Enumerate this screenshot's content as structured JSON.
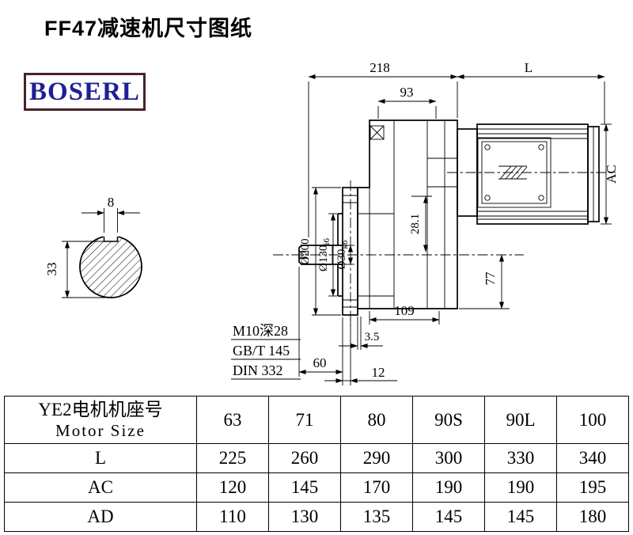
{
  "page": {
    "title": "FF47减速机尺寸图纸"
  },
  "logo": {
    "text": "BOSERL"
  },
  "colors": {
    "line": "#000000",
    "logo_border": "#46232a",
    "logo_text": "#1f1f96"
  },
  "drawing": {
    "dim_218": "218",
    "dim_L": "L",
    "dim_93": "93",
    "dim_AC": "AC",
    "dim_8": "8",
    "dim_33": "33",
    "dim_d200": "Ø200",
    "dim_d130": "Ø130",
    "dim_d130_tol": "i6",
    "dim_d30": "Ø30",
    "dim_d30_tol": "k6",
    "dim_281": "28.1",
    "dim_77": "77",
    "dim_109": "109",
    "dim_35": "3.5",
    "dim_60": "60",
    "dim_12": "12",
    "note_1": "M10深28",
    "note_2": "GB/T 145",
    "note_3": "DIN 332"
  },
  "table": {
    "motor_header_cn": "YE2电机机座号",
    "motor_header_en": "Motor Size",
    "columns": [
      "63",
      "71",
      "80",
      "90S",
      "90L",
      "100"
    ],
    "rows": [
      {
        "label": "L",
        "values": [
          "225",
          "260",
          "290",
          "300",
          "330",
          "340"
        ]
      },
      {
        "label": "AC",
        "values": [
          "120",
          "145",
          "170",
          "190",
          "190",
          "195"
        ]
      },
      {
        "label": "AD",
        "values": [
          "110",
          "130",
          "135",
          "145",
          "145",
          "180"
        ]
      }
    ]
  }
}
